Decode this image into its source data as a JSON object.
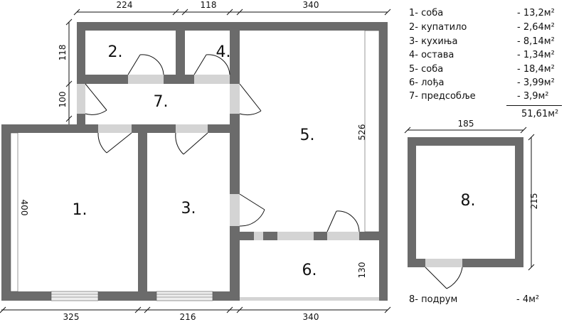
{
  "dimensions": {
    "top": [
      "224",
      "118",
      "340"
    ],
    "bottom": [
      "325",
      "216",
      "340"
    ],
    "left_118": "118",
    "left_100": "100",
    "room1_height": "400",
    "room5_height": "526",
    "room6_height": "130",
    "cellar_width": "185",
    "cellar_height": "215"
  },
  "rooms": {
    "r1": "1.",
    "r2": "2.",
    "r3": "3.",
    "r4": "4.",
    "r5": "5.",
    "r6": "6.",
    "r7": "7.",
    "r8": "8."
  },
  "legend": {
    "items": [
      {
        "label": "1- соба",
        "area": "- 13,2м²"
      },
      {
        "label": "2- купатило",
        "area": "- 2,64м²"
      },
      {
        "label": "3- кухиња",
        "area": "- 8,14м²"
      },
      {
        "label": "4- остава",
        "area": "- 1,34м²"
      },
      {
        "label": "5- соба",
        "area": "- 18,4м²"
      },
      {
        "label": "6- лођа",
        "area": "- 3,99м²"
      },
      {
        "label": "7- предсобље",
        "area": "- 3,9м²"
      }
    ],
    "total": "51,61м²",
    "extra_label": "8- подрум",
    "extra_area": "- 4м²"
  },
  "colors": {
    "wall": "#6b6b6b",
    "opening": "#c8c8c8",
    "line": "#111111"
  }
}
